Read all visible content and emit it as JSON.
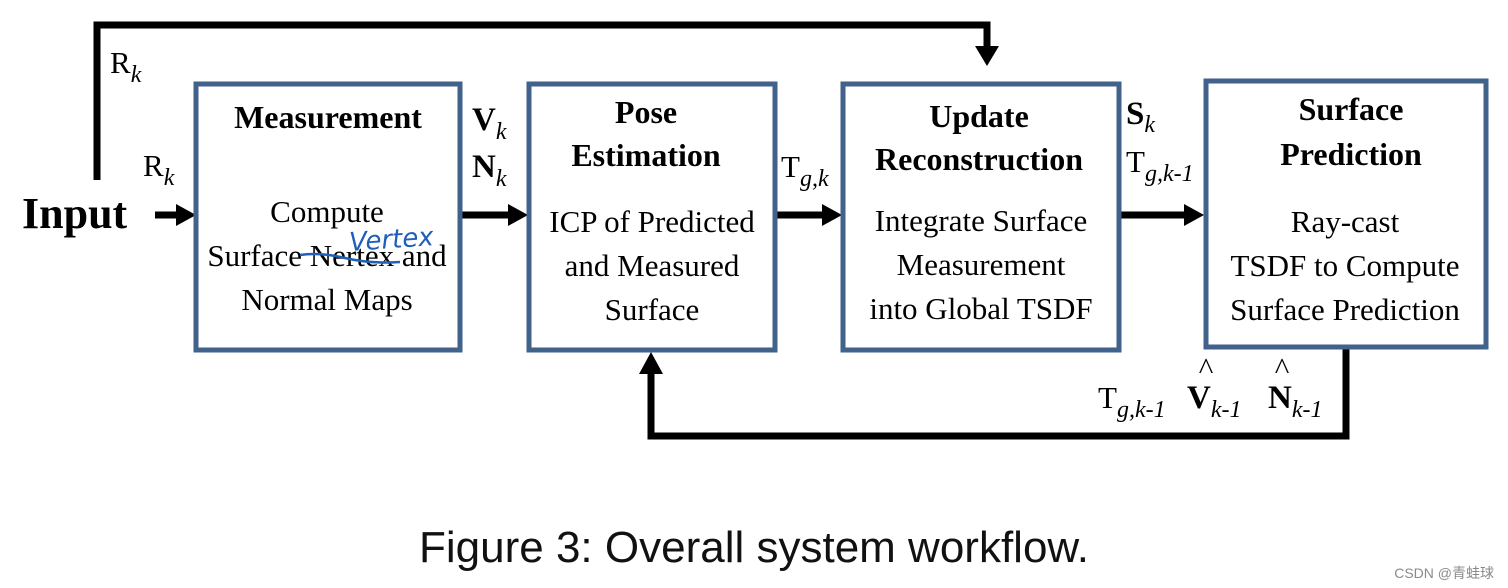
{
  "colors": {
    "box_border": "#41628a",
    "arrow": "#000000",
    "handwriting": "#1f5fb8"
  },
  "input": {
    "label": "Input"
  },
  "signals": {
    "rk_top": {
      "main": "R",
      "sub": "k"
    },
    "rk_in": {
      "main": "R",
      "sub": "k"
    },
    "vk": {
      "main": "V",
      "sub": "k"
    },
    "nk": {
      "main": "N",
      "sub": "k"
    },
    "tgk": {
      "main": "T",
      "sub": "g,k"
    },
    "sk": {
      "main": "S",
      "sub": "k"
    },
    "tgk1": {
      "main": "T",
      "sub": "g,k-1"
    },
    "fb_t": {
      "main": "T",
      "sub": "g,k-1"
    },
    "fb_v": {
      "main": "V",
      "hat": "^",
      "sub": "k-1"
    },
    "fb_n": {
      "main": "N",
      "hat": "^",
      "sub": "k-1"
    }
  },
  "boxes": {
    "measurement": {
      "title": [
        "Measurement"
      ],
      "body": [
        "Compute",
        "Surface Nertex and",
        "Normal Maps"
      ],
      "handwritten_correction": "Vertex"
    },
    "pose": {
      "title": [
        "Pose",
        "Estimation"
      ],
      "body": [
        "ICP of Predicted",
        "and Measured",
        "Surface"
      ]
    },
    "update": {
      "title": [
        "Update",
        "Reconstruction"
      ],
      "body": [
        "Integrate Surface",
        "Measurement",
        "into Global TSDF"
      ]
    },
    "surface": {
      "title": [
        "Surface",
        "Prediction"
      ],
      "body": [
        "Ray-cast",
        "TSDF to Compute",
        "Surface Prediction"
      ]
    }
  },
  "caption": "Figure 3: Overall system workflow.",
  "watermark": "CSDN @青蛙球"
}
